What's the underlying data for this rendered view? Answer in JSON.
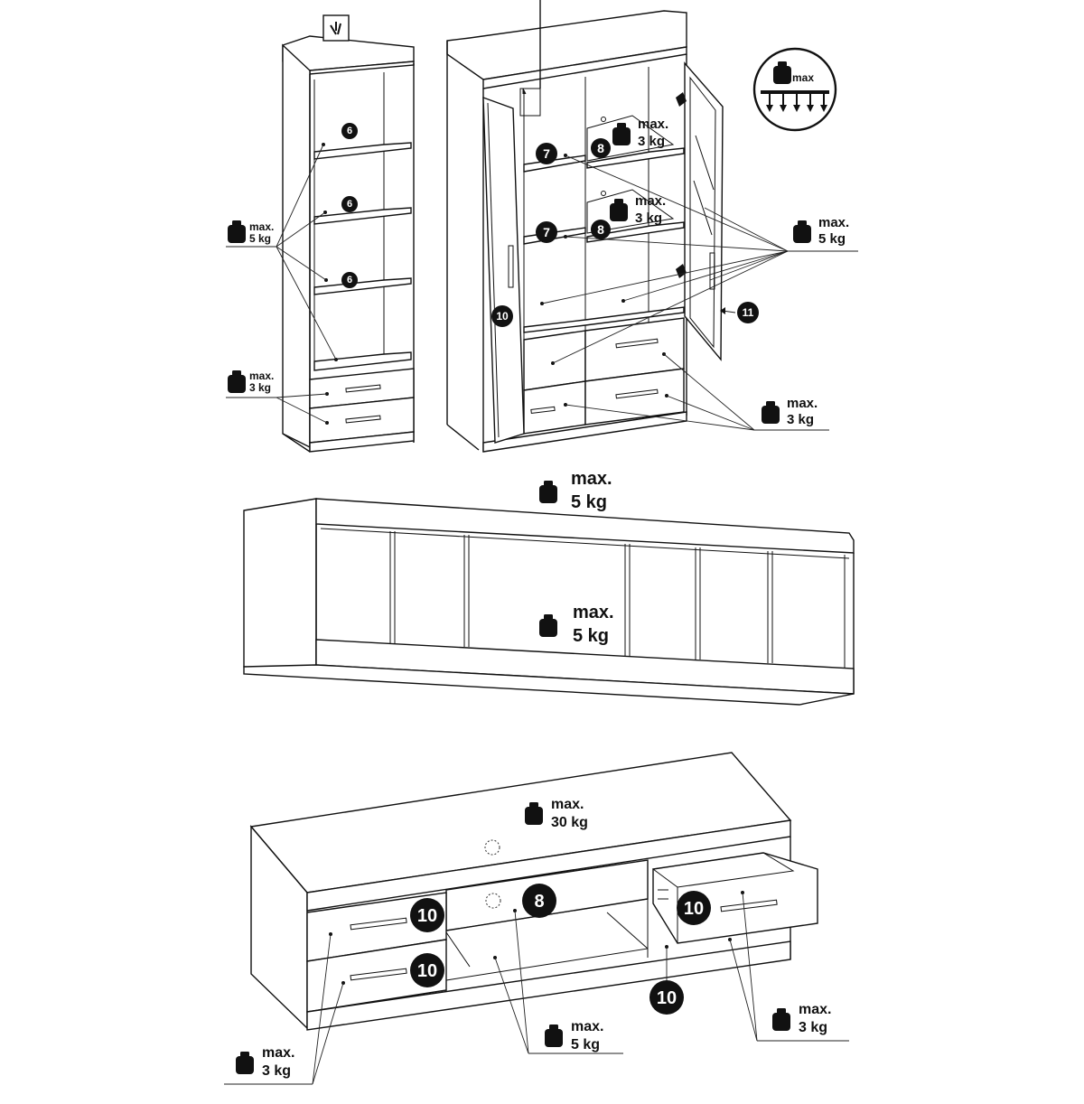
{
  "callouts": {
    "six": "6",
    "seven": "7",
    "eight": "8",
    "ten": "10",
    "eleven": "11"
  },
  "load_labels": {
    "max": "max.",
    "kg3": "3 kg",
    "kg5": "5 kg",
    "kg30": "30 kg"
  },
  "icon_legend": {
    "text": "max"
  },
  "icons": [
    "weight-icon",
    "hand-pressure-icon",
    "load-limit-icon"
  ]
}
